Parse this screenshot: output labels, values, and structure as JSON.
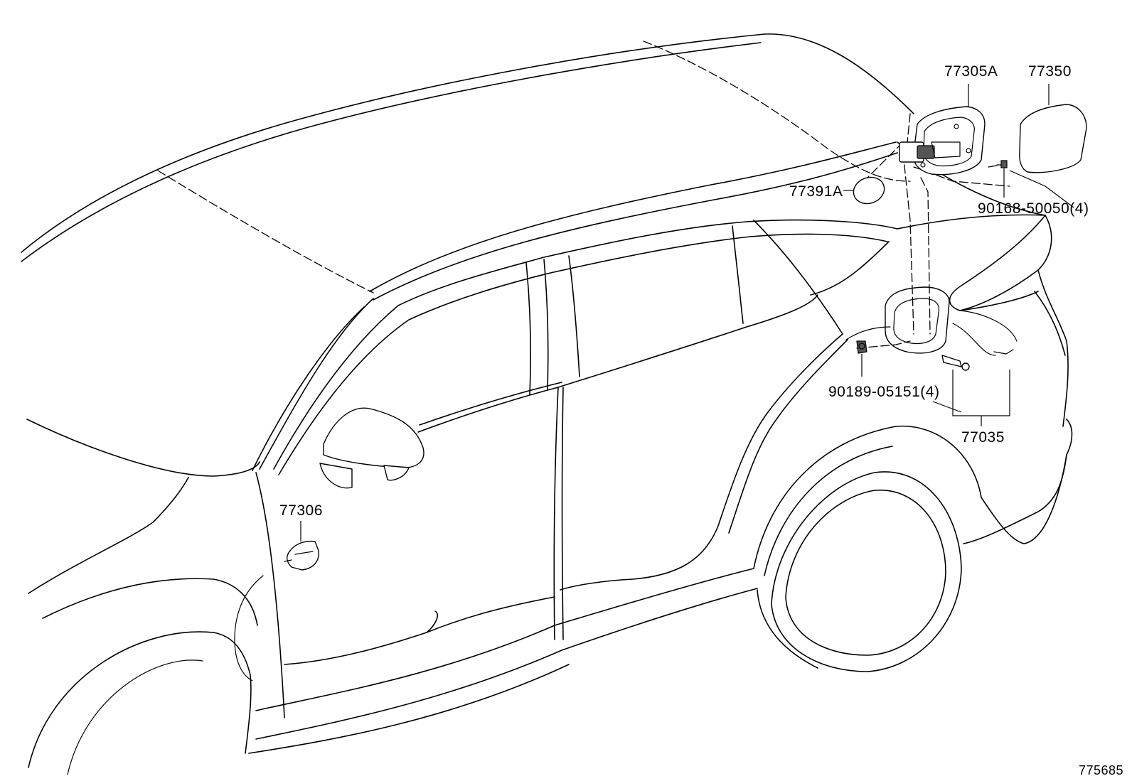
{
  "labels": {
    "p77305A": "77305A",
    "p77350": "77350",
    "p77391A": "77391A",
    "p90168": "90168-50050(4)",
    "p90189": "90189-05151(4)",
    "p77035": "77035",
    "p77306": "77306"
  },
  "figure_id": "775685"
}
